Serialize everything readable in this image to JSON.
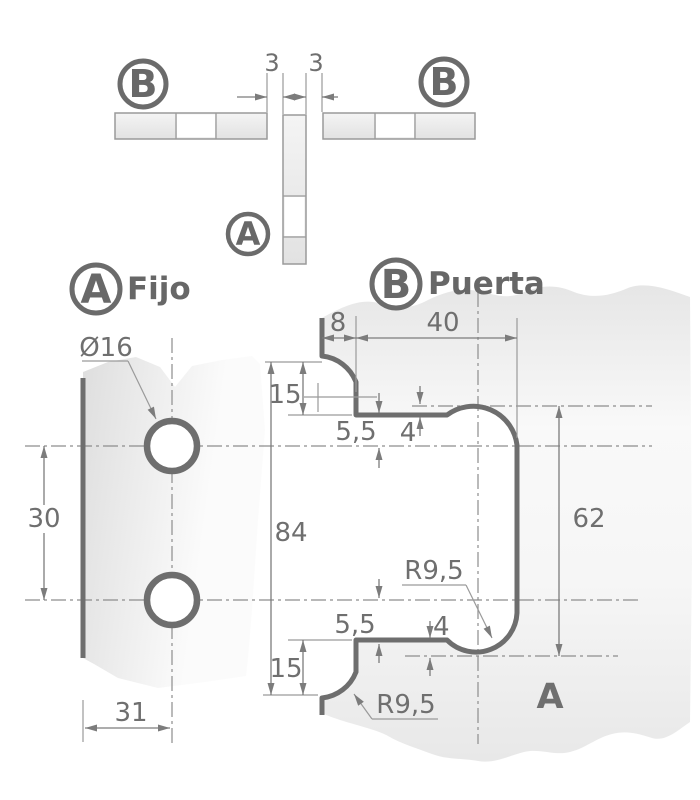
{
  "section": {
    "badge_b_left": "B",
    "badge_b_right": "B",
    "badge_a": "A",
    "gap_left_mm": "3",
    "gap_right_mm": "3"
  },
  "fixed_panel": {
    "badge": "A",
    "name": "Fijo",
    "hole_diameter": "Ø16",
    "hole_pitch": "30",
    "edge_to_hole_center": "31"
  },
  "door_panel": {
    "badge": "B",
    "name": "Puerta",
    "edge_offset": "8",
    "cutout_width": "40",
    "top_margin": "15",
    "shelf_to_axis_top": "5,5",
    "lobe_protrusion_top": "4",
    "cutout_height": "84",
    "lobe_extent": "62",
    "radius_top": "R9,5",
    "shelf_to_axis_bottom": "5,5",
    "lobe_protrusion_bottom": "4",
    "bottom_margin": "15",
    "radius_bottom": "R9,5",
    "zone": "A"
  },
  "colors": {
    "outline": "#6e6e6e",
    "dimension": "#7c7c7c",
    "text": "#6f6f6f",
    "glass_edge": "#e5e5e5",
    "glass_center": "#fbfbfb"
  }
}
